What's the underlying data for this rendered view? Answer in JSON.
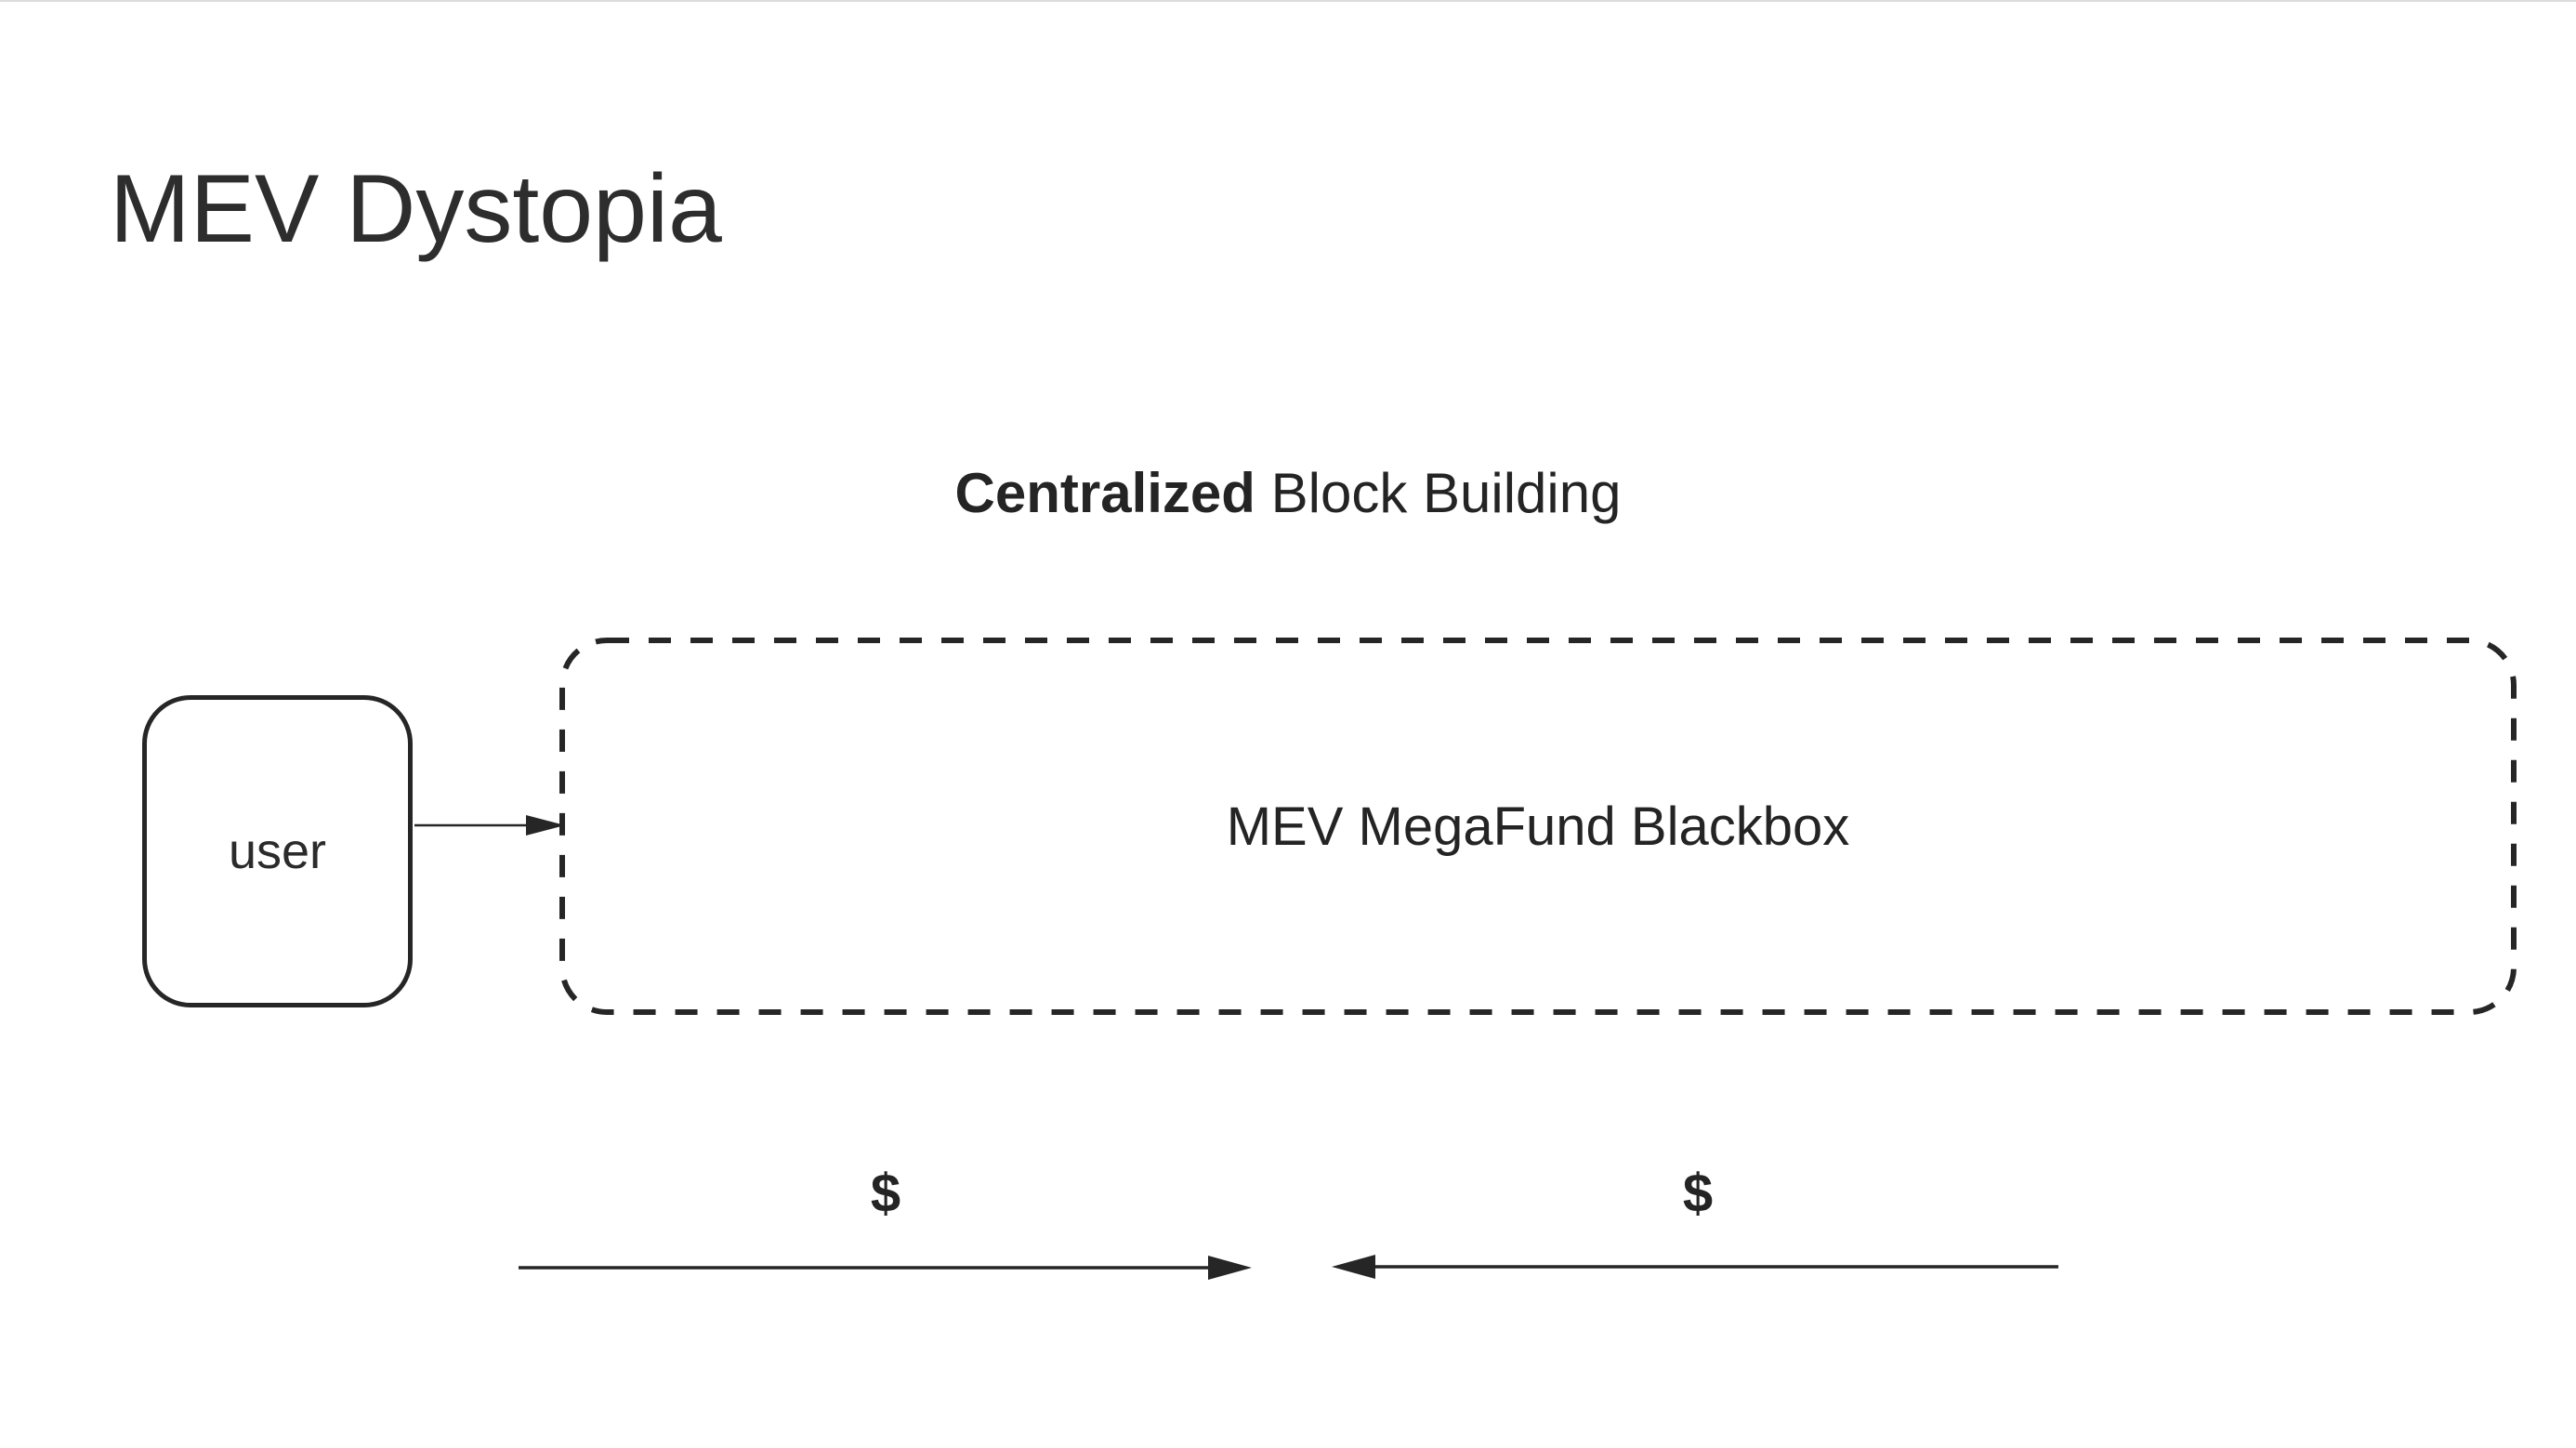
{
  "page": {
    "title": "MEV Dystopia"
  },
  "heading": {
    "bold": "Centralized",
    "rest": " Block Building"
  },
  "nodes": {
    "user": {
      "label": "user"
    },
    "blackbox": {
      "label": "MEV MegaFund Blackbox"
    }
  },
  "flows": {
    "left_dollar": "$",
    "right_dollar": "$"
  },
  "colors": {
    "ink": "#262626",
    "background": "#ffffff",
    "hairline": "#dcdcdc"
  }
}
